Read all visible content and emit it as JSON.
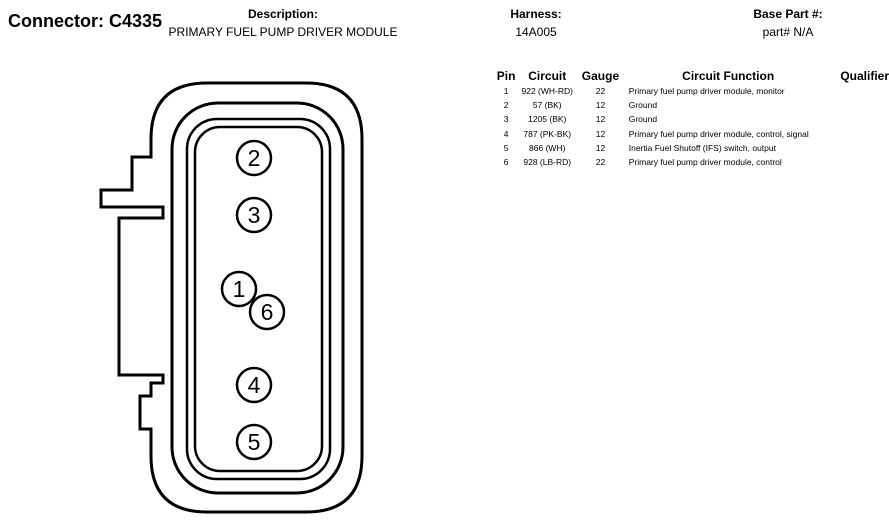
{
  "header": {
    "connector_title": "Connector: C4335",
    "description_label": "Description:",
    "description_value": "PRIMARY FUEL PUMP DRIVER MODULE",
    "harness_label": "Harness:",
    "harness_value": "14A005",
    "base_part_label": "Base Part #:",
    "base_part_value": "part# N/A"
  },
  "table": {
    "columns": [
      "Pin",
      "Circuit",
      "Gauge",
      "Circuit Function",
      "Qualifier"
    ],
    "rows": [
      {
        "pin": "1",
        "circuit": "922 (WH-RD)",
        "gauge": "22",
        "function": "Primary fuel pump driver module, monitor",
        "qualifier": ""
      },
      {
        "pin": "2",
        "circuit": "57 (BK)",
        "gauge": "12",
        "function": "Ground",
        "qualifier": ""
      },
      {
        "pin": "3",
        "circuit": "1205 (BK)",
        "gauge": "12",
        "function": "Ground",
        "qualifier": ""
      },
      {
        "pin": "4",
        "circuit": "787 (PK-BK)",
        "gauge": "12",
        "function": "Primary fuel pump driver module, control, signal",
        "qualifier": ""
      },
      {
        "pin": "5",
        "circuit": "866 (WH)",
        "gauge": "12",
        "function": "Inertia Fuel Shutoff (IFS) switch, output",
        "qualifier": ""
      },
      {
        "pin": "6",
        "circuit": "928 (LB-RD)",
        "gauge": "22",
        "function": "Primary fuel pump driver module, control",
        "qualifier": ""
      }
    ]
  },
  "diagram": {
    "pins": [
      "2",
      "3",
      "1",
      "6",
      "4",
      "5"
    ]
  }
}
